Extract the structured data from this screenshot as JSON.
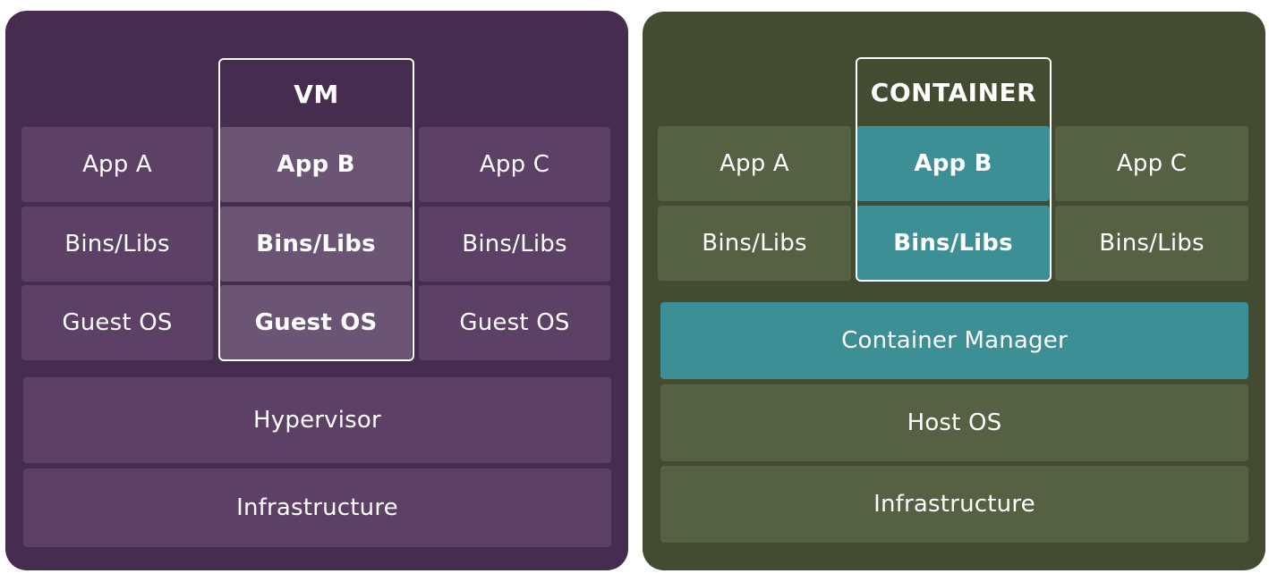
{
  "vm": {
    "title": "VM",
    "apps": [
      "App A",
      "App B",
      "App C"
    ],
    "bins": [
      "Bins/Libs",
      "Bins/Libs",
      "Bins/Libs"
    ],
    "guest_os": [
      "Guest OS",
      "Guest OS",
      "Guest OS"
    ],
    "hypervisor": "Hypervisor",
    "infrastructure": "Infrastructure"
  },
  "container": {
    "title": "CONTAINER",
    "apps": [
      "App A",
      "App B",
      "App C"
    ],
    "bins": [
      "Bins/Libs",
      "Bins/Libs",
      "Bins/Libs"
    ],
    "manager": "Container Manager",
    "host_os": "Host OS",
    "infrastructure": "Infrastructure"
  },
  "colors": {
    "vm_panel": "#462d4f",
    "vm_box": "#5c4065",
    "vm_highlight": "#6b5474",
    "container_panel": "#434b31",
    "container_box": "#566043",
    "container_highlight": "#3b8f95"
  }
}
